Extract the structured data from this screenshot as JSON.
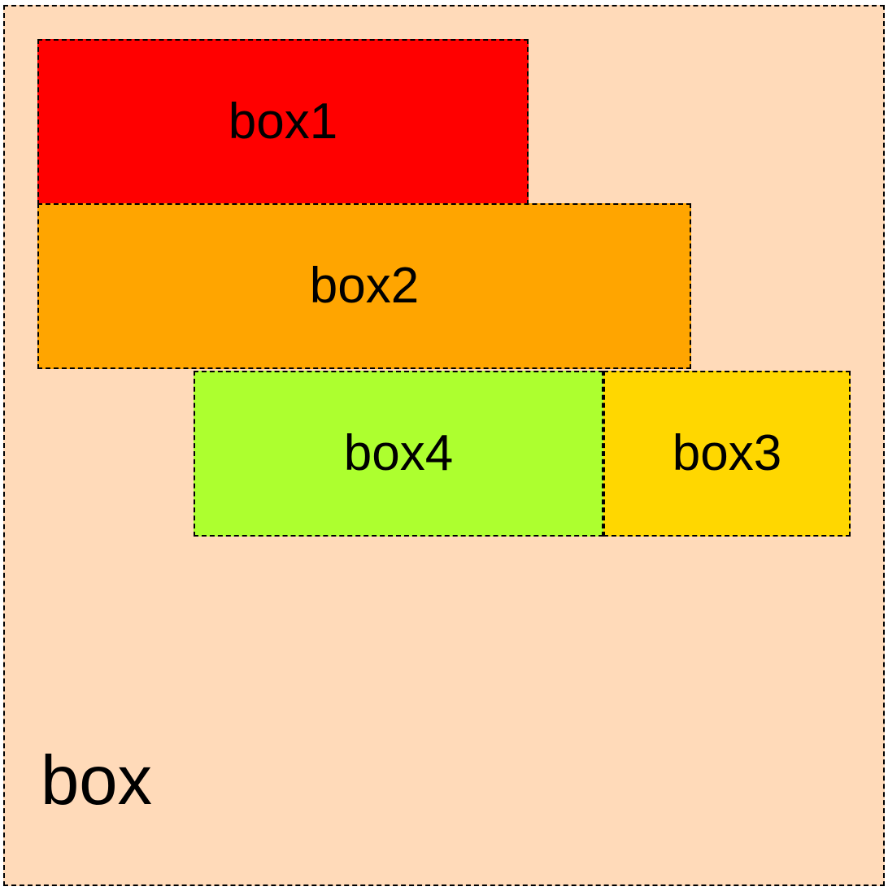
{
  "page": {
    "background": "#ffffff",
    "border_color": "#000000",
    "text_color": "#000000"
  },
  "container": {
    "label": "box",
    "background": "#ffdab9"
  },
  "boxes": [
    {
      "id": "box1",
      "label": "box1",
      "background": "#ff0000"
    },
    {
      "id": "box2",
      "label": "box2",
      "background": "#ffa500"
    },
    {
      "id": "box4",
      "label": "box4",
      "background": "#adff2f"
    },
    {
      "id": "box3",
      "label": "box3",
      "background": "#ffd700"
    }
  ]
}
